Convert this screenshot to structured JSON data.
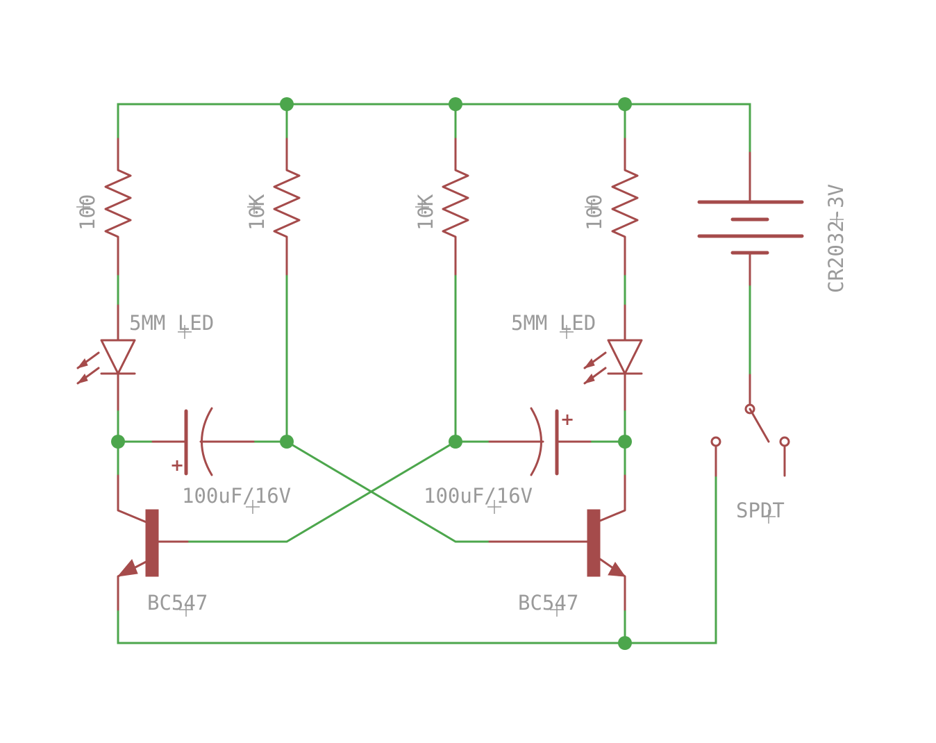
{
  "schematic": {
    "colors": {
      "wire": "#4ca64c",
      "component": "#a54b4b",
      "label": "#9a9a9a",
      "background": "#ffffff"
    },
    "labels": {
      "r1": "100",
      "r2": "10K",
      "r3": "10K",
      "r4": "100",
      "battery": "CR2032-3V",
      "led1": "5MM LED",
      "led2": "5MM LED",
      "cap1": "100uF/16V",
      "cap2": "100uF/16V",
      "switch": "SPDT",
      "q1": "BC547",
      "q2": "BC547",
      "cap_polarity": "+"
    }
  }
}
